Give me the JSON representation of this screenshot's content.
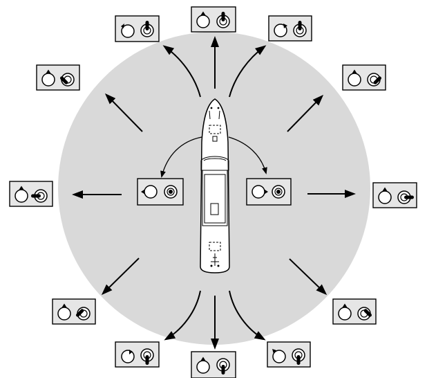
{
  "colors": {
    "disc_fill": "#d9d9d9",
    "panel_fill": "#e6e6e6",
    "stroke": "#000000",
    "background": "#ffffff"
  },
  "diagram": {
    "subject": "ship-maneuvering-joystick-directions",
    "panel_count": 14,
    "arrow_count": 12,
    "icons": [
      "ship-icon",
      "joystick-knob-icon",
      "direction-knob-icon",
      "arrow-icon"
    ]
  }
}
